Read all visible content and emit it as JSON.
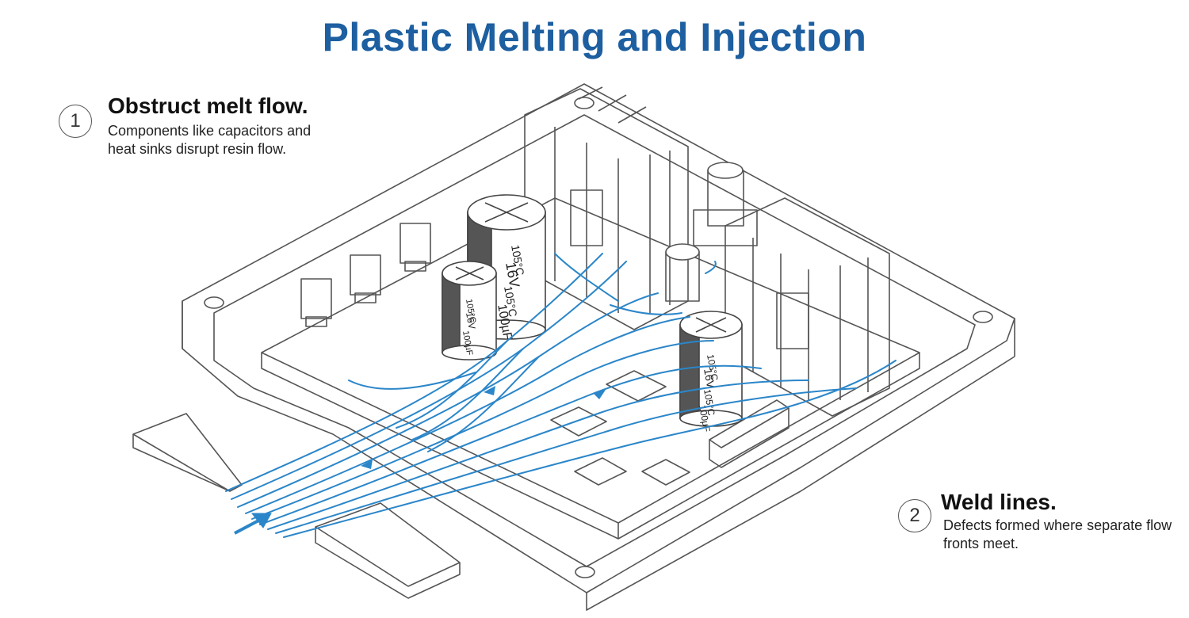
{
  "title": "Plastic Melting and Injection",
  "callouts": [
    {
      "number": "1",
      "heading": "Obstruct melt flow.",
      "description": "Components like capacitors and heat sinks disrupt resin flow."
    },
    {
      "number": "2",
      "heading": "Weld lines.",
      "description": "Defects formed where separate flow fronts meet."
    }
  ],
  "capacitor_labels": {
    "large": [
      "105°C",
      "16V",
      "105°C",
      "100µF"
    ],
    "small_left": [
      "105°C",
      "16V",
      "100µF"
    ],
    "small_right": [
      "105°C",
      "16V",
      "105°C",
      "100µF"
    ]
  },
  "colors": {
    "title": "#1d5fa0",
    "flow": "#2b86c9",
    "outline": "#555555"
  },
  "icons": [
    "flow-arrow-icon",
    "heat-sink-icon",
    "capacitor-icon",
    "chip-icon"
  ]
}
